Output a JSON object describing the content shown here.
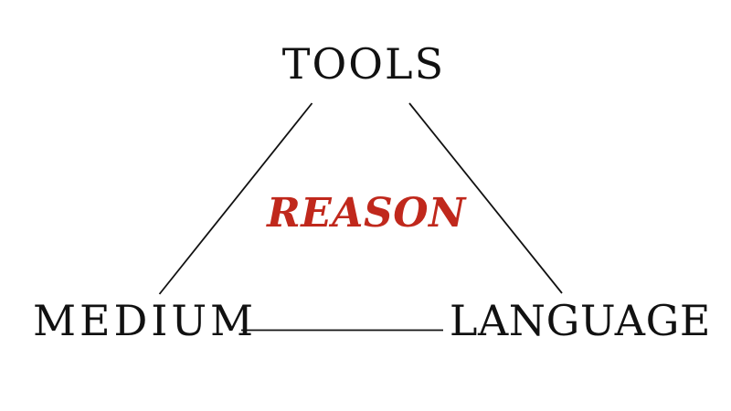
{
  "diagram": {
    "type": "triangle-relationship-diagram",
    "background_color": "#ffffff",
    "line_color": "#000000",
    "vertices": {
      "top": {
        "label": "TOOLS",
        "color": "#111111",
        "position": "apex"
      },
      "bottom_left": {
        "label": "MEDIUM",
        "color": "#111111",
        "position": "bottom-left"
      },
      "bottom_right": {
        "label": "LANGUAGE",
        "color": "#111111",
        "position": "bottom-right"
      }
    },
    "center": {
      "label": "REASON",
      "color": "#c0281c",
      "style": "italic"
    },
    "edges": [
      {
        "name": "tools-to-medium",
        "from": "TOOLS",
        "to": "MEDIUM"
      },
      {
        "name": "tools-to-language",
        "from": "TOOLS",
        "to": "LANGUAGE"
      },
      {
        "name": "medium-to-language",
        "from": "MEDIUM",
        "to": "LANGUAGE"
      }
    ]
  }
}
